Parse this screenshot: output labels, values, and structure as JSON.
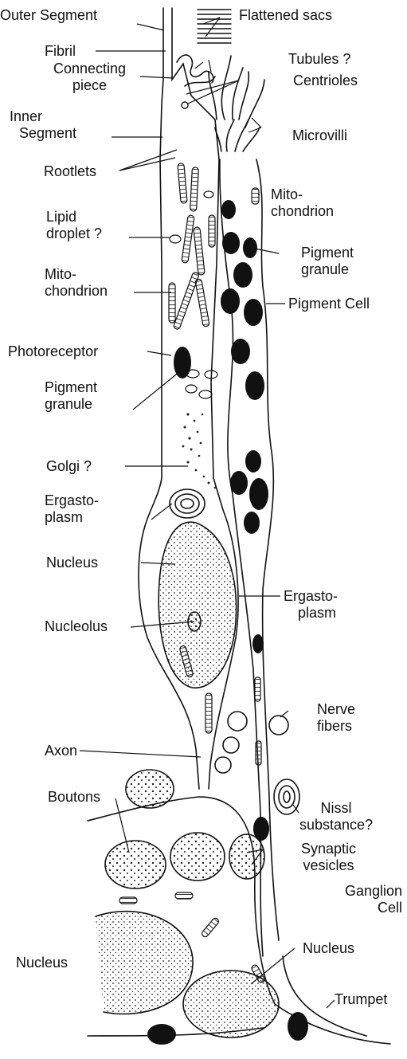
{
  "labels": {
    "outer_segment": "Outer Segment",
    "flattened_sacs": "Flattened sacs",
    "fibril": "Fibril",
    "tubules": "Tubules ?",
    "connecting_piece_1": "Connecting",
    "connecting_piece_2": "piece",
    "centrioles": "Centrioles",
    "inner_segment_1": "Inner",
    "inner_segment_2": "Segment",
    "microvilli": "Microvilli",
    "rootlets": "Rootlets",
    "mitochondrion_right_1": "Mito-",
    "mitochondrion_right_2": "chondrion",
    "lipid_droplet_1": "Lipid",
    "lipid_droplet_2": "droplet ?",
    "pigment_granule_right_1": "Pigment",
    "pigment_granule_right_2": "granule",
    "mitochondrion_left_1": "Mito-",
    "mitochondrion_left_2": "chondrion",
    "pigment_cell": "Pigment Cell",
    "photoreceptor": "Photoreceptor",
    "pigment_granule_left_1": "Pigment",
    "pigment_granule_left_2": "granule",
    "golgi": "Golgi ?",
    "ergastoplasm_upper_1": "Ergasto-",
    "ergastoplasm_upper_2": "plasm",
    "nucleus_upper": "Nucleus",
    "ergastoplasm_lower_1": "Ergasto-",
    "ergastoplasm_lower_2": "plasm",
    "nucleolus": "Nucleolus",
    "nerve_fibers_1": "Nerve",
    "nerve_fibers_2": "fibers",
    "axon": "Axon",
    "boutons": "Boutons",
    "nissl_1": "Nissl",
    "nissl_2": "substance?",
    "synaptic_vesicles_1": "Synaptic",
    "synaptic_vesicles_2": "vesicles",
    "ganglion_cell_1": "Ganglion",
    "ganglion_cell_2": "Cell",
    "nucleus_lower_right": "Nucleus",
    "nucleus_lower_left": "Nucleus",
    "trumpet": "Trumpet"
  }
}
